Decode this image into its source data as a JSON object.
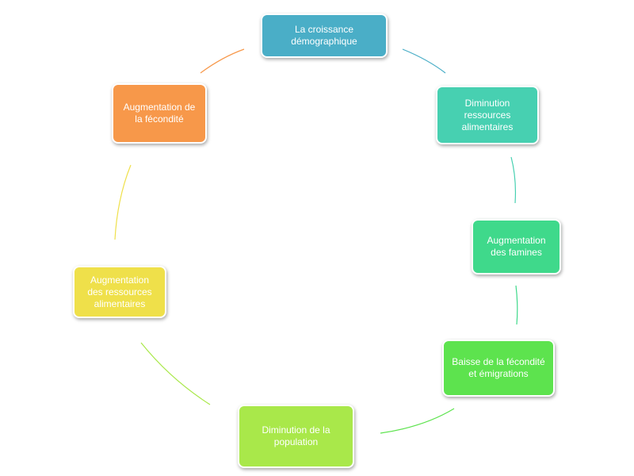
{
  "nodes": [
    {
      "id": "croissance",
      "label": "La croissance\ndémographique",
      "color": "#4aaec7"
    },
    {
      "id": "diminution-ressources",
      "label": "Diminution\nressources\nalimentaires",
      "color": "#47d0b1"
    },
    {
      "id": "augmentation-famines",
      "label": "Augmentation\ndes famines",
      "color": "#3fd98b"
    },
    {
      "id": "baisse-fecondite",
      "label": "Baisse de la fécondité\net émigrations",
      "color": "#5de34e"
    },
    {
      "id": "diminution-population",
      "label": "Diminution de la\npopulation",
      "color": "#a9e84a"
    },
    {
      "id": "augmentation-ressources",
      "label": "Augmentation\ndes ressources\nalimentaires",
      "color": "#efe04a"
    },
    {
      "id": "augmentation-fecondite",
      "label": "Augmentation de\nla fécondité",
      "color": "#f7984a"
    }
  ],
  "arrows": [
    {
      "from": "croissance",
      "to": "diminution-ressources",
      "color": "#4aaec7"
    },
    {
      "from": "diminution-ressources",
      "to": "augmentation-famines",
      "color": "#47d0b1"
    },
    {
      "from": "augmentation-famines",
      "to": "baisse-fecondite",
      "color": "#3fd98b"
    },
    {
      "from": "baisse-fecondite",
      "to": "diminution-population",
      "color": "#5de34e"
    },
    {
      "from": "diminution-population",
      "to": "augmentation-ressources",
      "color": "#a9e84a"
    },
    {
      "from": "augmentation-ressources",
      "to": "augmentation-fecondite",
      "color": "#efe04a"
    },
    {
      "from": "augmentation-fecondite",
      "to": "croissance",
      "color": "#f7984a"
    }
  ]
}
